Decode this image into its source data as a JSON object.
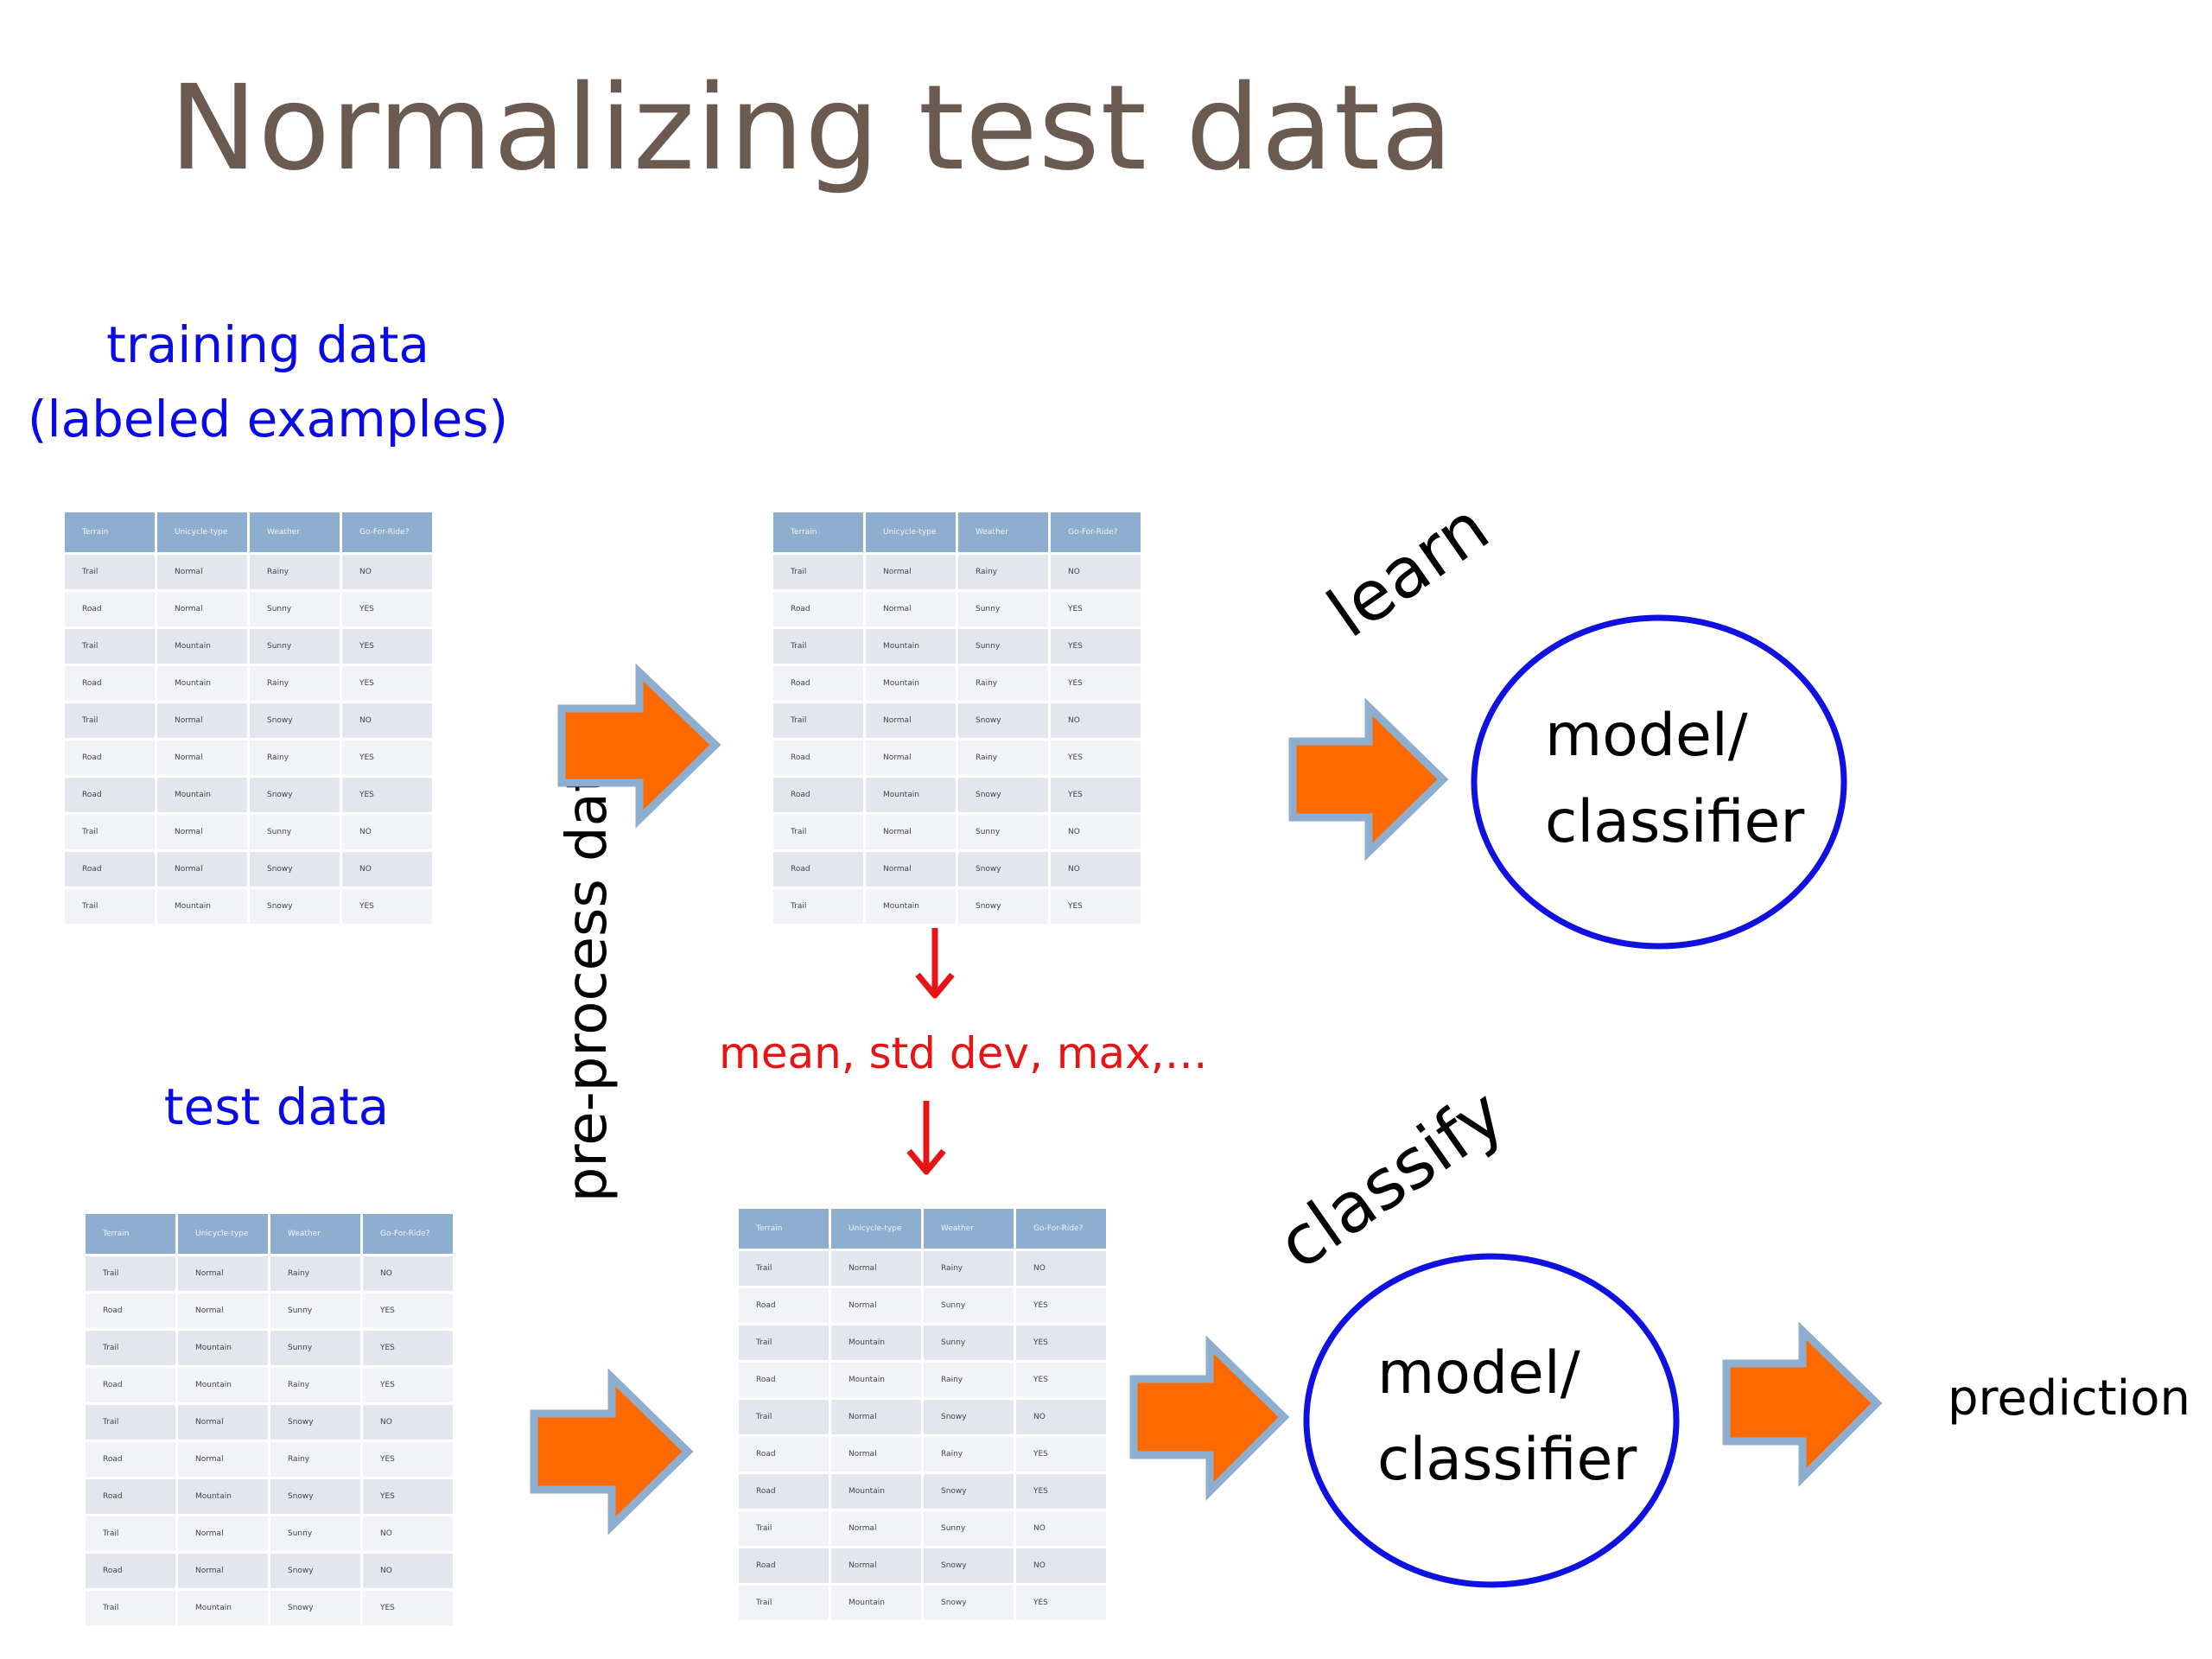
{
  "title": "Normalizing test data",
  "labels": {
    "training": [
      "training data",
      "(labeled examples)"
    ],
    "test": "test data",
    "preprocess": "pre-process data",
    "stats": "mean, std dev, max,…",
    "learn": "learn",
    "classify": "classify",
    "prediction": "prediction",
    "model_upper": [
      "model/",
      "classifier"
    ],
    "model_lower": [
      "model/",
      "classifier"
    ]
  },
  "table": {
    "headers": [
      "Terrain",
      "Unicycle-type",
      "Weather",
      "Go-For-Ride?"
    ],
    "rows": [
      [
        "Trail",
        "Normal",
        "Rainy",
        "NO"
      ],
      [
        "Road",
        "Normal",
        "Sunny",
        "YES"
      ],
      [
        "Trail",
        "Mountain",
        "Sunny",
        "YES"
      ],
      [
        "Road",
        "Mountain",
        "Rainy",
        "YES"
      ],
      [
        "Trail",
        "Normal",
        "Snowy",
        "NO"
      ],
      [
        "Road",
        "Normal",
        "Rainy",
        "YES"
      ],
      [
        "Road",
        "Mountain",
        "Snowy",
        "YES"
      ],
      [
        "Trail",
        "Normal",
        "Sunny",
        "NO"
      ],
      [
        "Road",
        "Normal",
        "Snowy",
        "NO"
      ],
      [
        "Trail",
        "Mountain",
        "Snowy",
        "YES"
      ]
    ]
  },
  "colors": {
    "title": "#6b5a4f",
    "label_blue": "#0a0ae6",
    "label_red": "#e61414",
    "arrow_fill": "#ff6a00",
    "arrow_outline": "#8eaed0",
    "ellipse_stroke": "#1010e0",
    "table_header": "#8eaed0",
    "table_row_odd": "#e3e7ed",
    "table_row_even": "#f1f3f7"
  }
}
